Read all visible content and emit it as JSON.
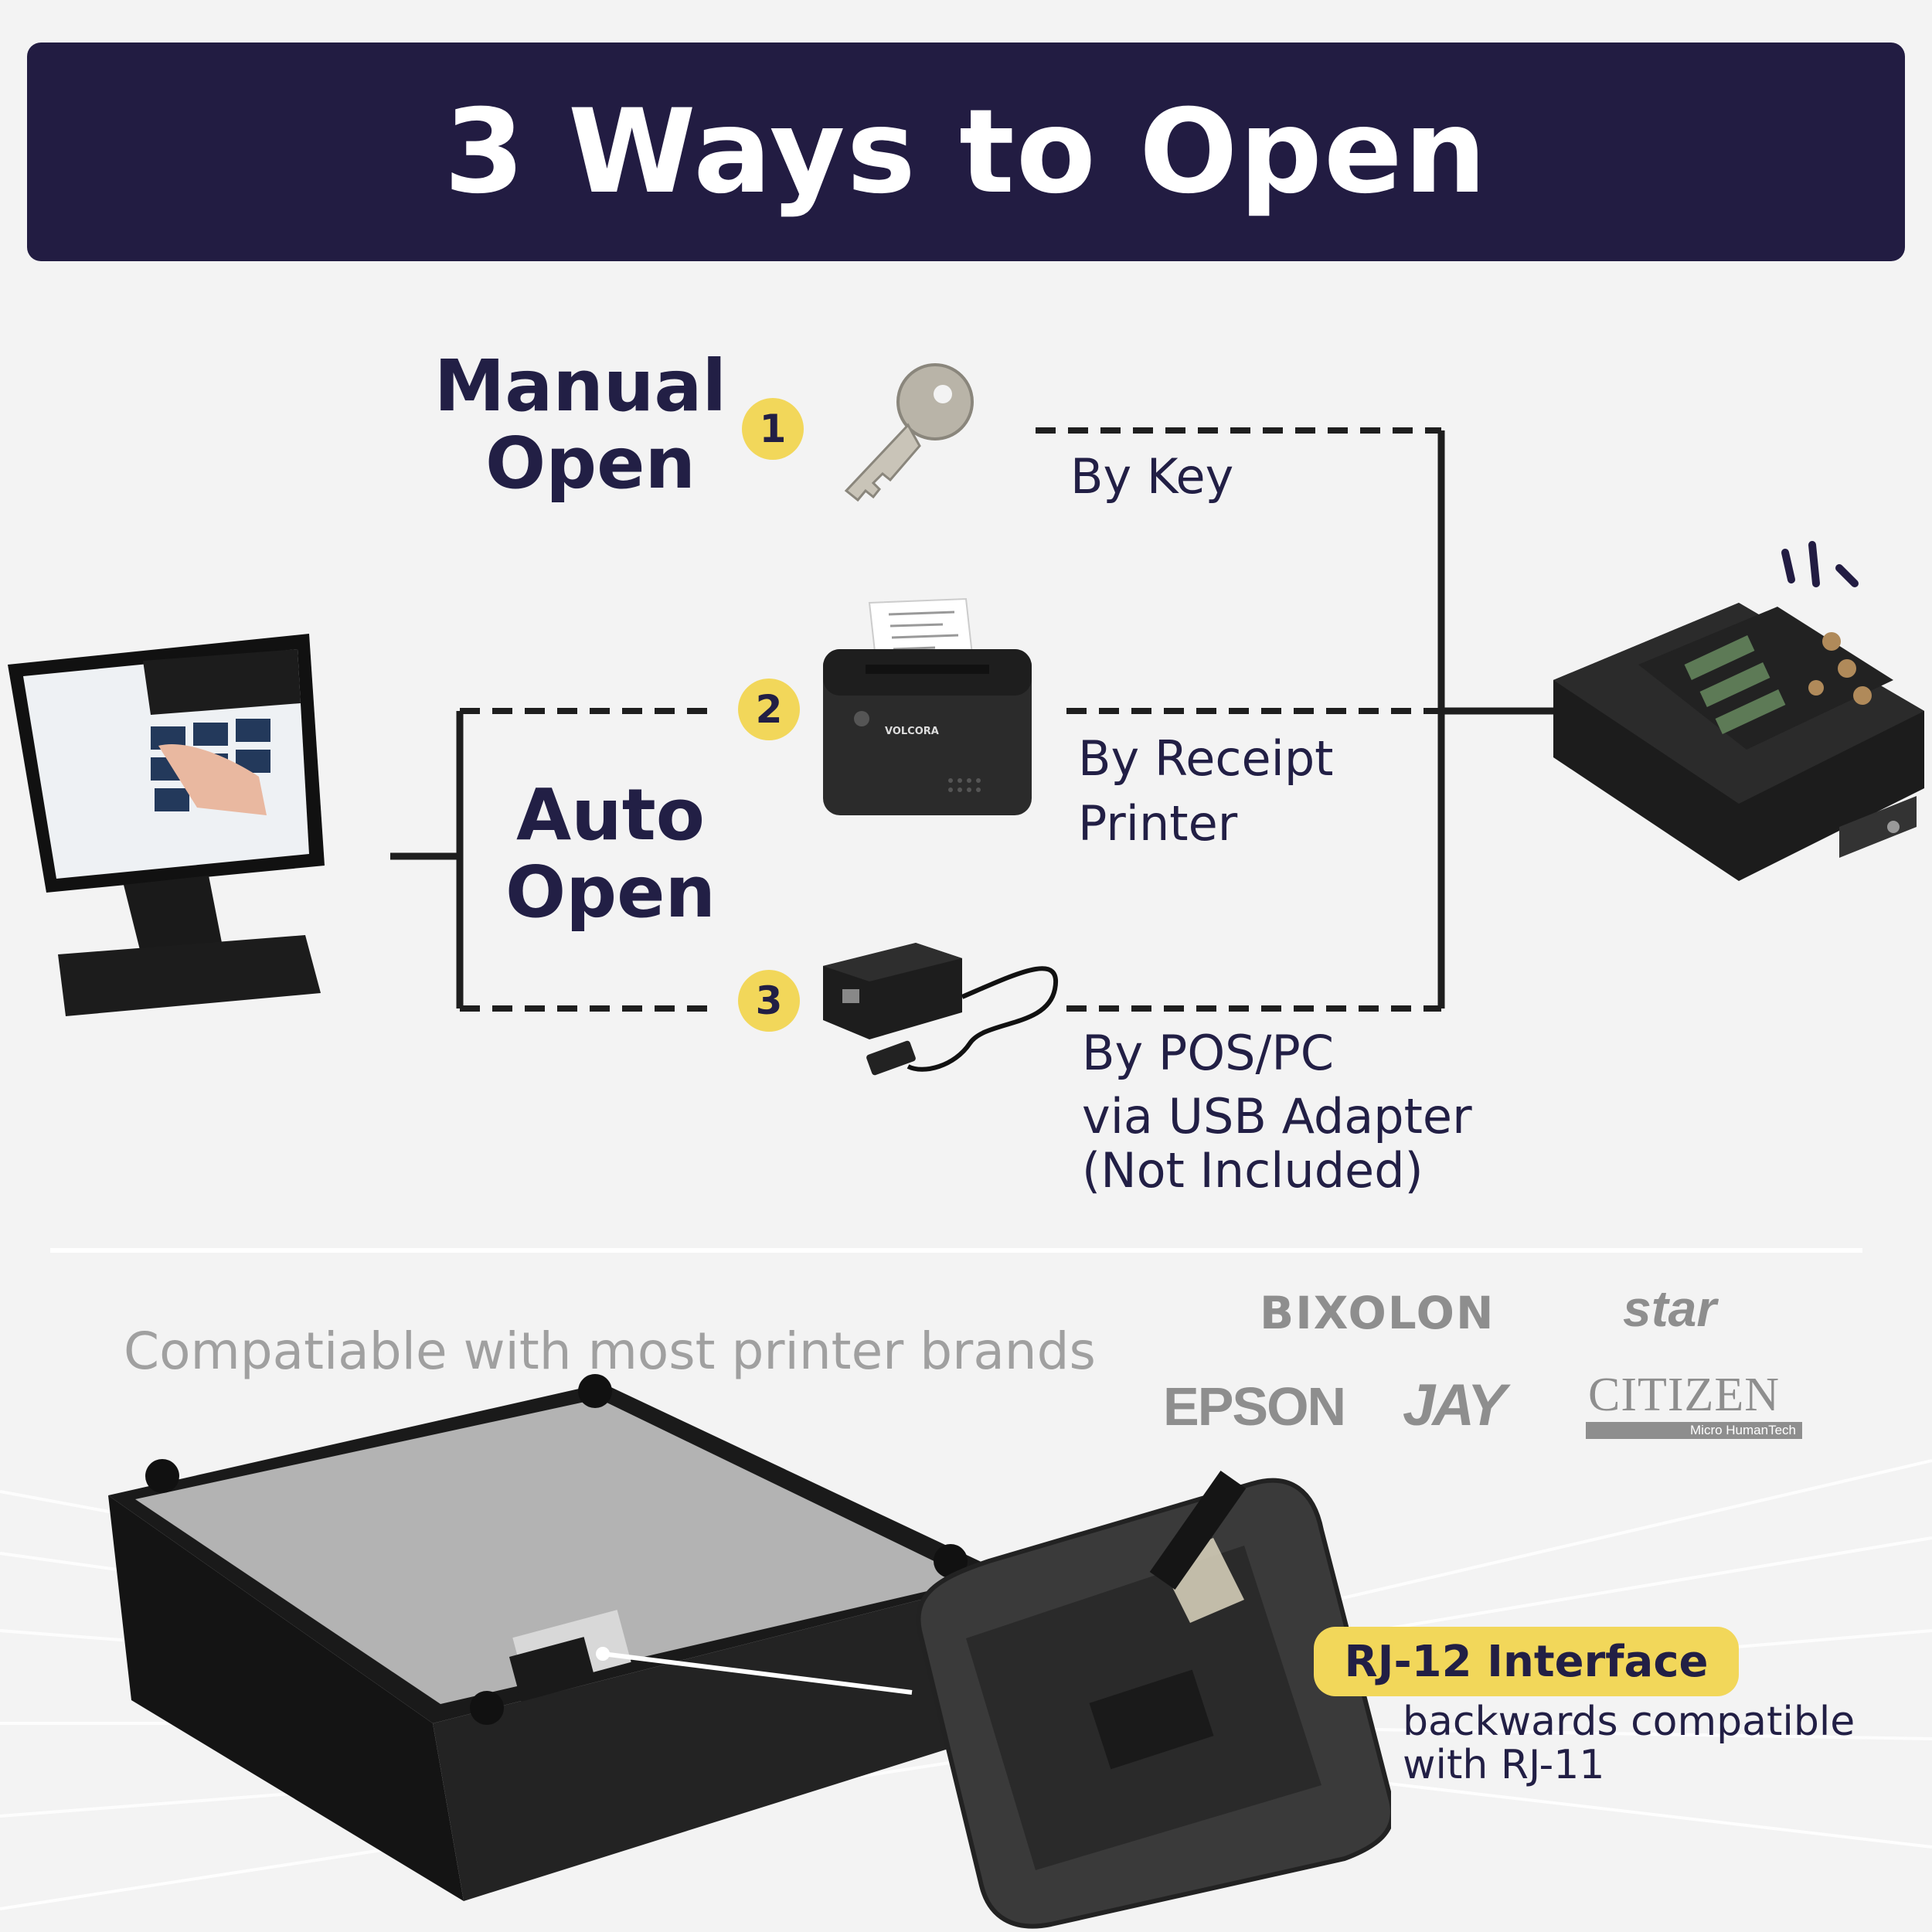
{
  "title": "3 Ways to Open",
  "modes": {
    "manual": [
      "Manual",
      "Open"
    ],
    "auto": [
      "Auto",
      "Open"
    ]
  },
  "methods": [
    {
      "badge": "1",
      "lines": [
        "By Key"
      ],
      "icon": "key-icon"
    },
    {
      "badge": "2",
      "lines": [
        "By Receipt",
        "Printer"
      ],
      "icon": "receipt-printer-icon"
    },
    {
      "badge": "3",
      "lines": [
        "By POS/PC",
        "via USB Adapter",
        "(Not Included)"
      ],
      "icon": "usb-adapter-icon"
    }
  ],
  "device_brand_text": "VOLCORA",
  "compatibility": {
    "text": "Compatiable with most printer brands",
    "brands": [
      "BIXOLON",
      "star",
      "EPSON",
      "JAY",
      "CITIZEN"
    ],
    "citizen_tagline": "Micro HumanTech"
  },
  "interface": {
    "label": "RJ-12 Interface",
    "note": [
      "backwards compatible",
      "with RJ-11"
    ]
  },
  "colors": {
    "navy": "#221c42",
    "accent_yellow": "#f2d75a",
    "background": "#f3f3f3",
    "brand_gray": "#8e8e8e"
  }
}
